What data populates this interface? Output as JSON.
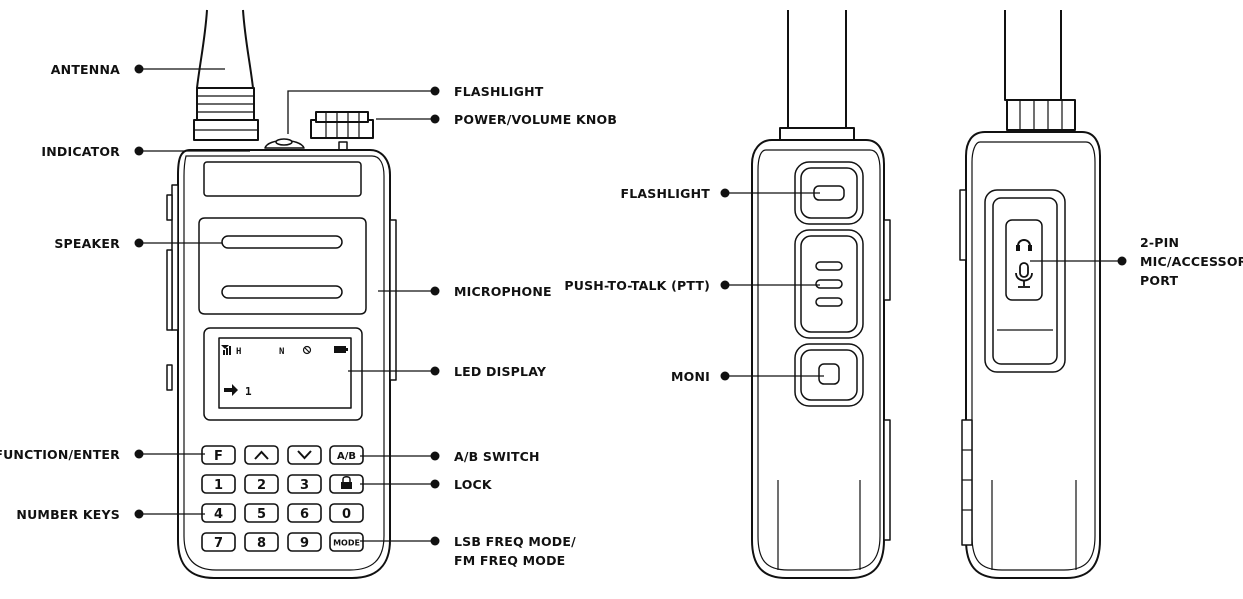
{
  "labels": {
    "antenna": "ANTENNA",
    "indicator": "INDICATOR",
    "speaker": "SPEAKER",
    "function_enter": "FUNCTION/ENTER",
    "number_keys": "NUMBER KEYS",
    "flashlight_front": "FLASHLIGHT",
    "power_volume_knob": "POWER/VOLUME KNOB",
    "microphone": "MICROPHONE",
    "led_display": "LED DISPLAY",
    "ab_switch": "A/B SWITCH",
    "lock": "LOCK",
    "lsb_mode_line1": "LSB FREQ MODE/",
    "lsb_mode_line2": "FM FREQ MODE",
    "flashlight_side": "FLASHLIGHT",
    "ptt": "PUSH-TO-TALK (PTT)",
    "moni": "MONI",
    "port_line1": "2-PIN",
    "port_line2": "MIC/ACCESSORY",
    "port_line3": "PORT"
  },
  "keypad": {
    "function_key": "F",
    "ab_key": "A/B",
    "mode_key": "MODE",
    "row1": [
      "1",
      "2",
      "3"
    ],
    "row2": [
      "4",
      "5",
      "6",
      "0"
    ],
    "row3": [
      "7",
      "8",
      "9"
    ]
  },
  "lcd": {
    "power_level": "H",
    "narrow_flag": "N",
    "channel": "1"
  },
  "icons": {
    "up_key": "chevron-up-icon",
    "down_key": "chevron-down-icon",
    "lock_key": "lock-icon",
    "signal": "signal-bars-icon",
    "battery": "battery-icon",
    "bluetooth": "bluetooth-icon",
    "arrow": "arrow-right-icon",
    "headset": "headset-icon",
    "mic": "microphone-icon"
  }
}
